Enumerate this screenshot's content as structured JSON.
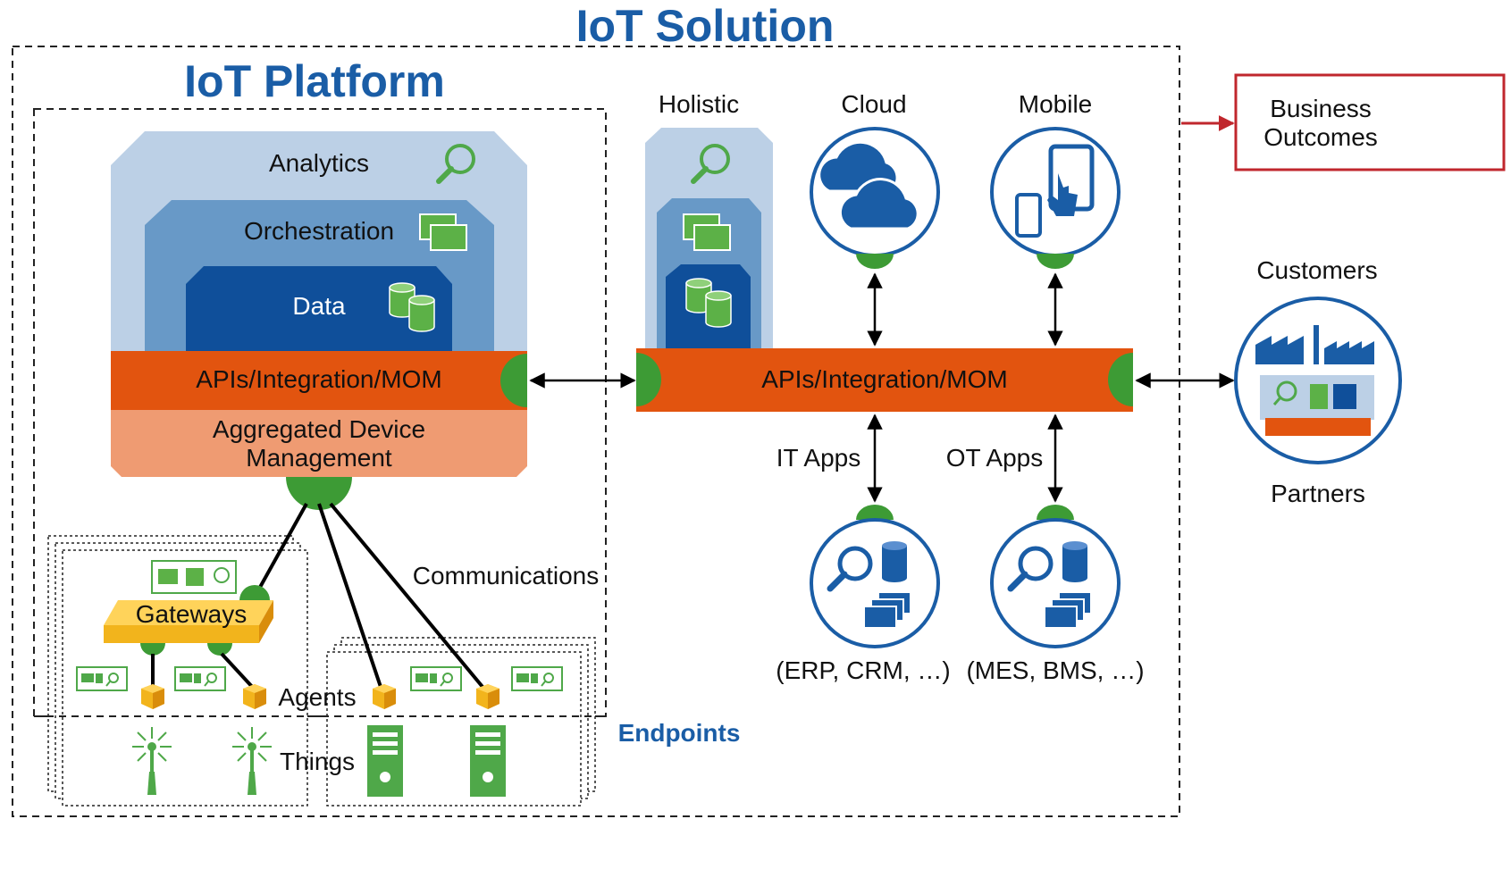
{
  "titles": {
    "solution": "IoT Solution",
    "platform": "IoT Platform"
  },
  "platform_stack": {
    "analytics": "Analytics",
    "orchestration": "Orchestration",
    "data": "Data",
    "apis": "APIs/Integration/MOM",
    "device_mgmt_line1": "Aggregated Device",
    "device_mgmt_line2": "Management"
  },
  "edge": {
    "communications": "Communications",
    "gateways": "Gateways",
    "agents": "Agents",
    "things": "Things",
    "endpoints": "Endpoints"
  },
  "solution_layer": {
    "holistic": "Holistic",
    "cloud": "Cloud",
    "mobile": "Mobile",
    "apis": "APIs/Integration/MOM",
    "it_apps": "IT Apps",
    "ot_apps": "OT Apps",
    "it_examples": "(ERP, CRM, …)",
    "ot_examples": "(MES, BMS, …)"
  },
  "external": {
    "business_line1": "Business",
    "business_line2": "Outcomes",
    "customers": "Customers",
    "partners": "Partners"
  },
  "colors": {
    "title_blue": "#1a5da6",
    "analytics_fill": "#bcd0e6",
    "orchestration_fill": "#6899c7",
    "data_fill": "#0f4f9a",
    "api_orange": "#e2540f",
    "device_mgmt_fill": "#ef9b72",
    "connector_green": "#3d9b35",
    "icon_green": "#4fa849",
    "gateway_yellow": "#f2b41c",
    "business_red": "#c0272d"
  },
  "icons": [
    "search-icon",
    "windows-icon",
    "database-icon",
    "cloud-icon",
    "tablet-icon",
    "factory-icon",
    "antenna-icon",
    "server-icon"
  ]
}
